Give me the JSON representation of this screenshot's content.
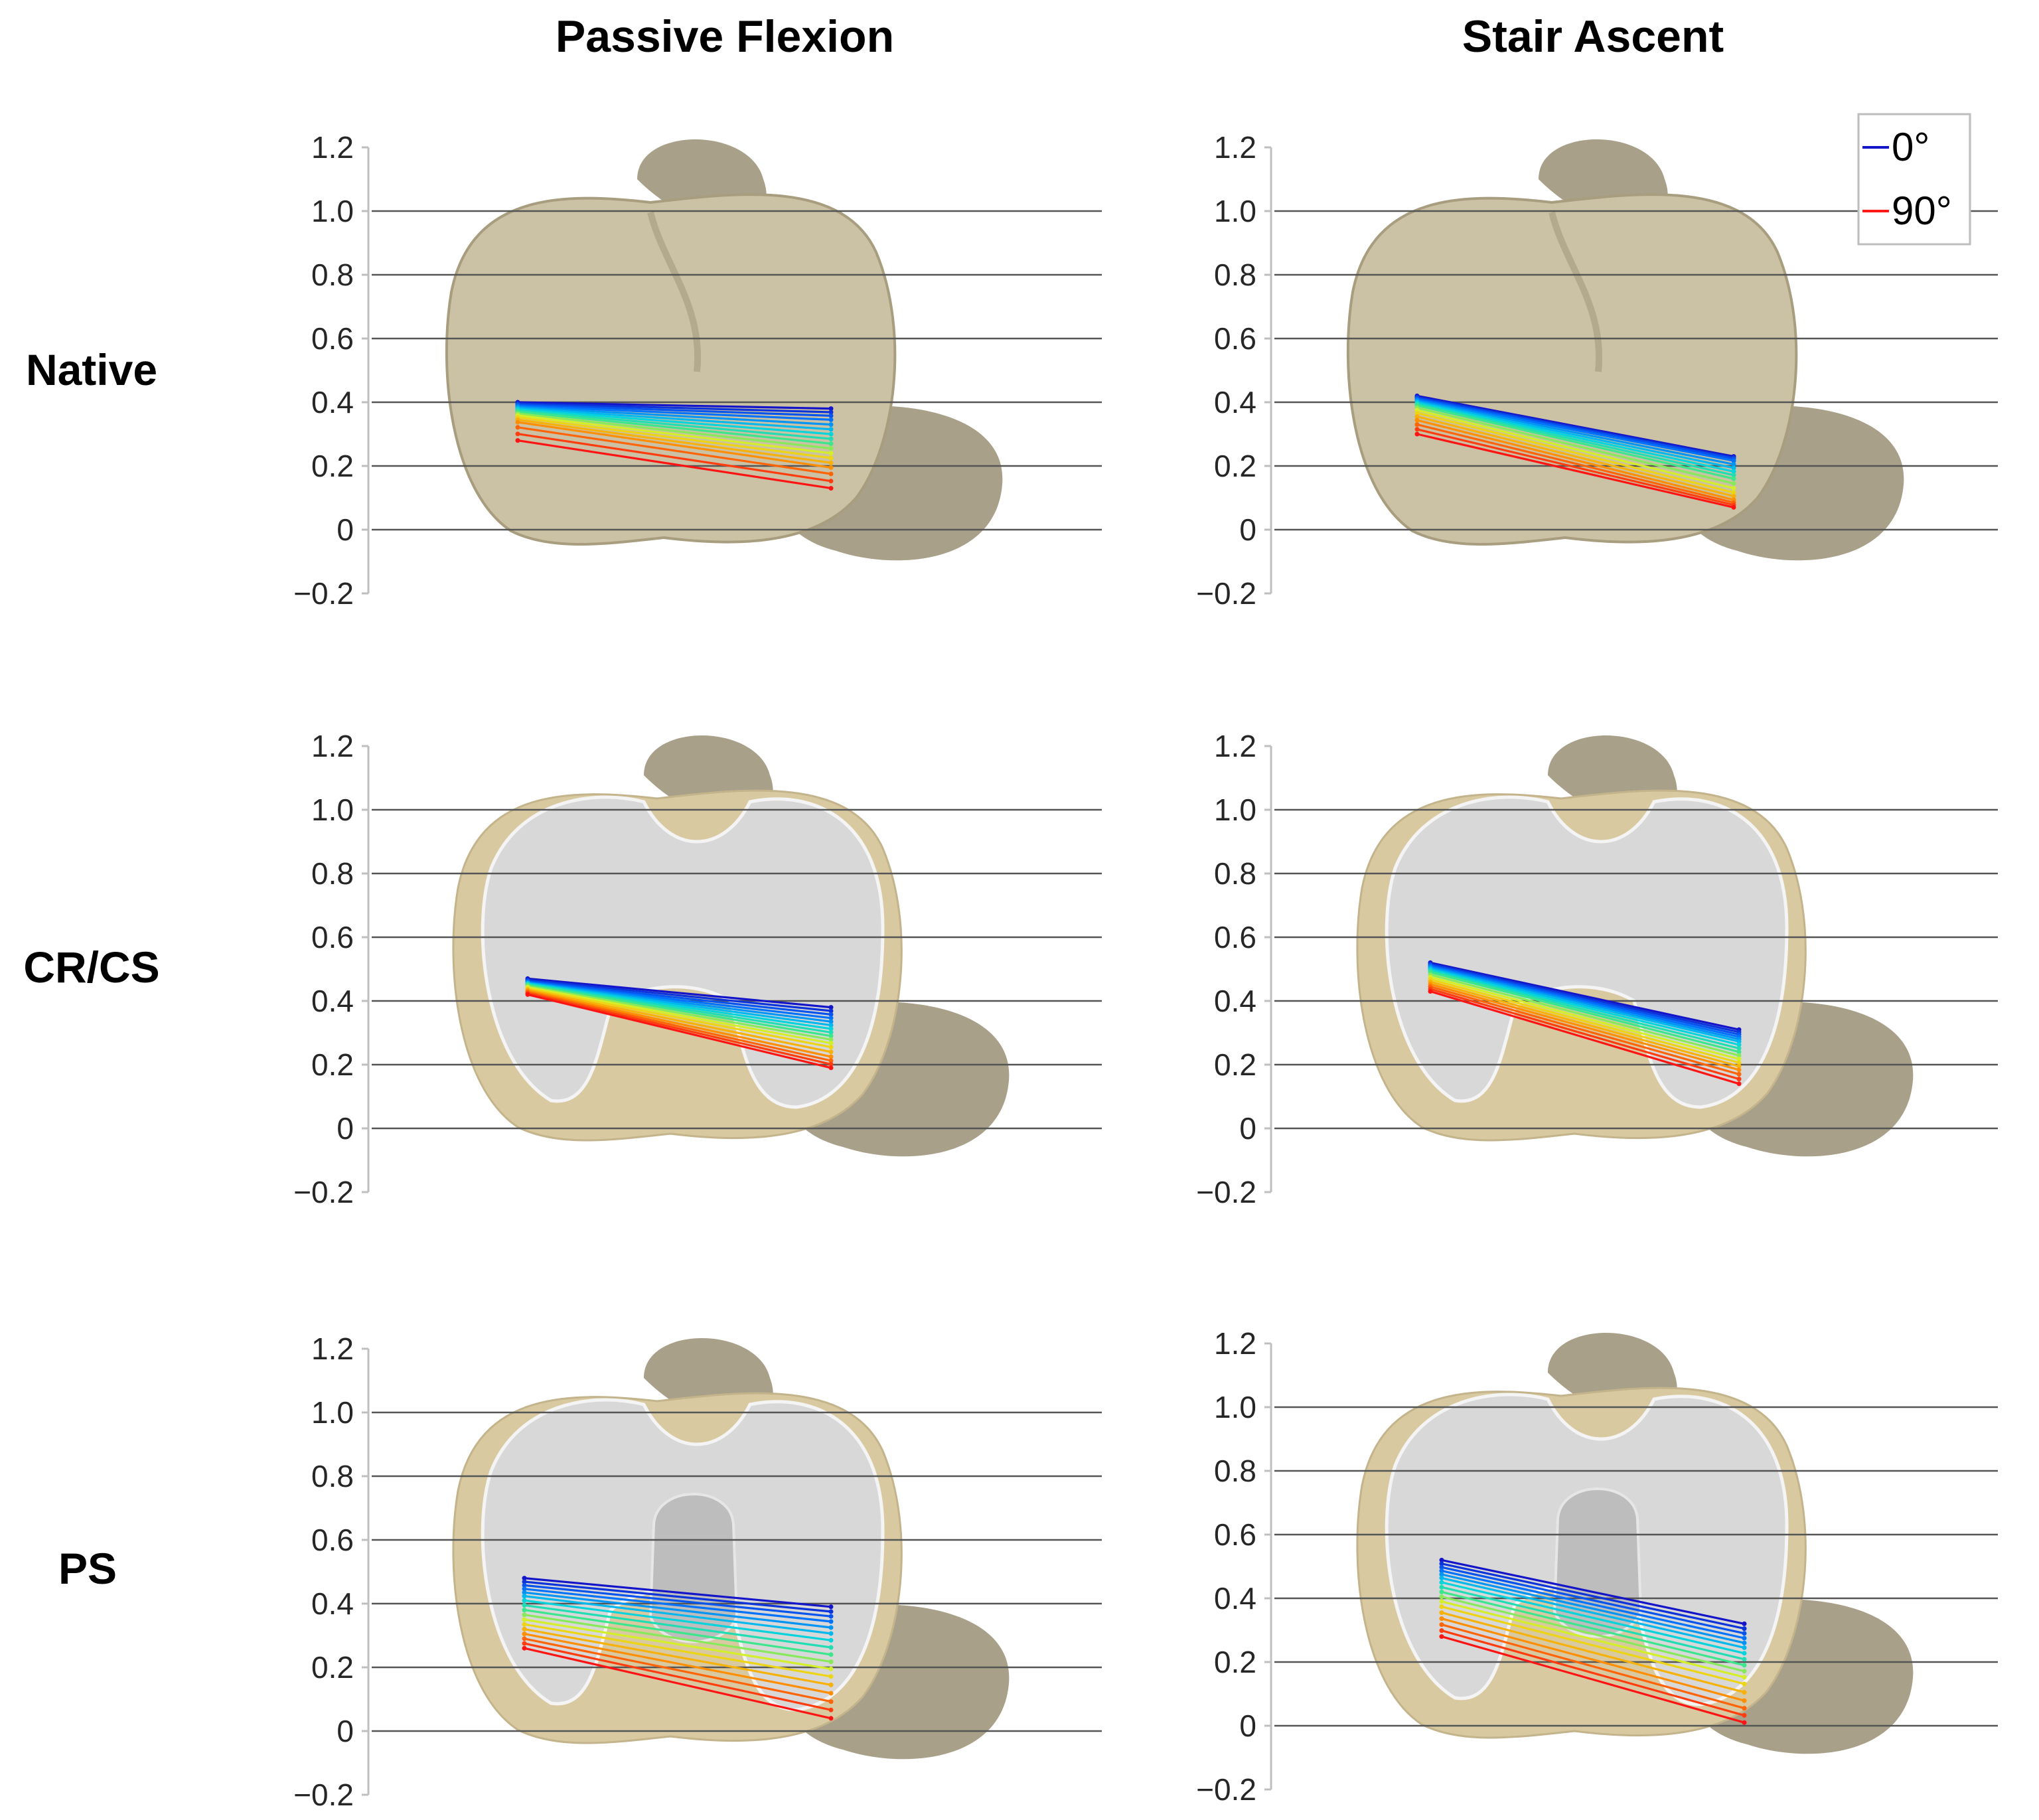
{
  "figure": {
    "col_titles": [
      "Passive Flexion",
      "Stair Ascent"
    ],
    "row_titles": [
      "Native",
      "CR/CS",
      "PS"
    ]
  },
  "legend": {
    "entries": [
      {
        "label": "0°",
        "color": "#1414c8"
      },
      {
        "label": "90°",
        "color": "#ff1a1a"
      }
    ]
  },
  "colors": {
    "native_bone": "#cbc1a4",
    "native_bone_edge": "#a89d7f",
    "posterior_bone": "#a8a088",
    "resected_bone": "#d9c9a1",
    "implant": "#d8d8d8",
    "implant_edge": "#f4f4f4",
    "gridline": "#555555",
    "axis": "#bfbfbf"
  },
  "chart_data": [
    {
      "type": "line",
      "panel": "Native – Passive Flexion",
      "implant": "native",
      "ylim": [
        -0.2,
        1.2
      ],
      "yticks": [
        1.2,
        1.0,
        0.8,
        0.6,
        0.4,
        0.2,
        0,
        -0.2
      ],
      "ytick_labels": [
        "1.2",
        "1.0",
        "0.8",
        "0.6",
        "0.4",
        "0.2",
        "0",
        "−0.2"
      ],
      "flexion_range_deg": [
        0,
        90
      ],
      "segments": [
        {
          "angle": 0,
          "y_left": 0.4,
          "y_right": 0.38
        },
        {
          "angle": 15,
          "y_left": 0.39,
          "y_right": 0.35
        },
        {
          "angle": 30,
          "y_left": 0.38,
          "y_right": 0.31
        },
        {
          "angle": 45,
          "y_left": 0.37,
          "y_right": 0.27
        },
        {
          "angle": 60,
          "y_left": 0.355,
          "y_right": 0.23
        },
        {
          "angle": 75,
          "y_left": 0.335,
          "y_right": 0.19
        },
        {
          "angle": 90,
          "y_left": 0.28,
          "y_right": 0.13
        }
      ]
    },
    {
      "type": "line",
      "panel": "Native – Stair Ascent",
      "implant": "native",
      "ylim": [
        -0.2,
        1.2
      ],
      "yticks": [
        1.2,
        1.0,
        0.8,
        0.6,
        0.4,
        0.2,
        0,
        -0.2
      ],
      "ytick_labels": [
        "1.2",
        "1.0",
        "0.8",
        "0.6",
        "0.4",
        "0.2",
        "0",
        "−0.2"
      ],
      "flexion_range_deg": [
        0,
        90
      ],
      "segments": [
        {
          "angle": 0,
          "y_left": 0.42,
          "y_right": 0.23
        },
        {
          "angle": 15,
          "y_left": 0.41,
          "y_right": 0.22
        },
        {
          "angle": 30,
          "y_left": 0.4,
          "y_right": 0.19
        },
        {
          "angle": 45,
          "y_left": 0.39,
          "y_right": 0.16
        },
        {
          "angle": 60,
          "y_left": 0.37,
          "y_right": 0.12
        },
        {
          "angle": 75,
          "y_left": 0.34,
          "y_right": 0.09
        },
        {
          "angle": 90,
          "y_left": 0.3,
          "y_right": 0.07
        }
      ]
    },
    {
      "type": "line",
      "panel": "CR/CS – Passive Flexion",
      "implant": "tka",
      "ylim": [
        -0.2,
        1.2
      ],
      "yticks": [
        1.2,
        1.0,
        0.8,
        0.6,
        0.4,
        0.2,
        0,
        -0.2
      ],
      "ytick_labels": [
        "1.2",
        "1.0",
        "0.8",
        "0.6",
        "0.4",
        "0.2",
        "0",
        "−0.2"
      ],
      "flexion_range_deg": [
        0,
        90
      ],
      "segments": [
        {
          "angle": 0,
          "y_left": 0.47,
          "y_right": 0.38
        },
        {
          "angle": 15,
          "y_left": 0.46,
          "y_right": 0.35
        },
        {
          "angle": 30,
          "y_left": 0.455,
          "y_right": 0.32
        },
        {
          "angle": 45,
          "y_left": 0.45,
          "y_right": 0.29
        },
        {
          "angle": 60,
          "y_left": 0.44,
          "y_right": 0.26
        },
        {
          "angle": 75,
          "y_left": 0.43,
          "y_right": 0.22
        },
        {
          "angle": 90,
          "y_left": 0.42,
          "y_right": 0.19
        }
      ]
    },
    {
      "type": "line",
      "panel": "CR/CS – Stair Ascent",
      "implant": "tka",
      "ylim": [
        -0.2,
        1.2
      ],
      "yticks": [
        1.2,
        1.0,
        0.8,
        0.6,
        0.4,
        0.2,
        0,
        -0.2
      ],
      "ytick_labels": [
        "1.2",
        "1.0",
        "0.8",
        "0.6",
        "0.4",
        "0.2",
        "0",
        "−0.2"
      ],
      "flexion_range_deg": [
        0,
        90
      ],
      "segments": [
        {
          "angle": 0,
          "y_left": 0.52,
          "y_right": 0.31
        },
        {
          "angle": 15,
          "y_left": 0.51,
          "y_right": 0.29
        },
        {
          "angle": 30,
          "y_left": 0.5,
          "y_right": 0.27
        },
        {
          "angle": 45,
          "y_left": 0.49,
          "y_right": 0.24
        },
        {
          "angle": 60,
          "y_left": 0.47,
          "y_right": 0.21
        },
        {
          "angle": 75,
          "y_left": 0.45,
          "y_right": 0.18
        },
        {
          "angle": 90,
          "y_left": 0.43,
          "y_right": 0.14
        }
      ]
    },
    {
      "type": "line",
      "panel": "PS – Passive Flexion",
      "implant": "ps",
      "ylim": [
        -0.2,
        1.2
      ],
      "yticks": [
        1.2,
        1.0,
        0.8,
        0.6,
        0.4,
        0.2,
        0,
        -0.2
      ],
      "ytick_labels": [
        "1.2",
        "1.0",
        "0.8",
        "0.6",
        "0.4",
        "0.2",
        "0",
        "−0.2"
      ],
      "flexion_range_deg": [
        0,
        90
      ],
      "segments": [
        {
          "angle": 0,
          "y_left": 0.48,
          "y_right": 0.39
        },
        {
          "angle": 15,
          "y_left": 0.45,
          "y_right": 0.35
        },
        {
          "angle": 30,
          "y_left": 0.42,
          "y_right": 0.3
        },
        {
          "angle": 45,
          "y_left": 0.38,
          "y_right": 0.24
        },
        {
          "angle": 60,
          "y_left": 0.34,
          "y_right": 0.18
        },
        {
          "angle": 75,
          "y_left": 0.3,
          "y_right": 0.11
        },
        {
          "angle": 90,
          "y_left": 0.26,
          "y_right": 0.04
        }
      ]
    },
    {
      "type": "line",
      "panel": "PS – Stair Ascent",
      "implant": "ps",
      "ylim": [
        -0.2,
        1.2
      ],
      "yticks": [
        1.2,
        1.0,
        0.8,
        0.6,
        0.4,
        0.2,
        0,
        -0.2
      ],
      "ytick_labels": [
        "1.2",
        "1.0",
        "0.8",
        "0.6",
        "0.4",
        "0.2",
        "0",
        "−0.2"
      ],
      "flexion_range_deg": [
        0,
        90
      ],
      "segments": [
        {
          "angle": 0,
          "y_left": 0.52,
          "y_right": 0.32
        },
        {
          "angle": 15,
          "y_left": 0.49,
          "y_right": 0.28
        },
        {
          "angle": 30,
          "y_left": 0.46,
          "y_right": 0.24
        },
        {
          "angle": 45,
          "y_left": 0.42,
          "y_right": 0.19
        },
        {
          "angle": 60,
          "y_left": 0.38,
          "y_right": 0.14
        },
        {
          "angle": 75,
          "y_left": 0.33,
          "y_right": 0.07
        },
        {
          "angle": 90,
          "y_left": 0.28,
          "y_right": 0.01
        }
      ]
    }
  ]
}
